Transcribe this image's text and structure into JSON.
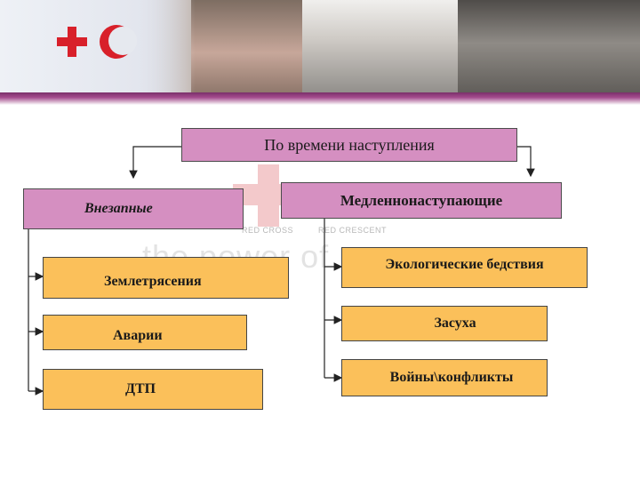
{
  "header": {
    "banner_icons": [
      "red-cross-icon",
      "red-crescent-icon"
    ]
  },
  "watermark": {
    "tagline": "the power of",
    "left_label": "RED CROSS",
    "right_label": "RED CRESCENT"
  },
  "diagram": {
    "root": "По времени наступления",
    "left_branch": {
      "title": "Внезапные",
      "items": [
        "Землетрясения",
        "Аварии",
        "ДТП"
      ]
    },
    "right_branch": {
      "title": "Медленнонаступающие",
      "items": [
        "Экологические бедствия",
        "Засуха",
        "Войны\\конфликты"
      ]
    },
    "colors": {
      "category_fill": "#d58fc1",
      "item_fill": "#fbc05a",
      "accent_stripe": "#a44b8d",
      "logo_red": "#d8202a"
    }
  }
}
